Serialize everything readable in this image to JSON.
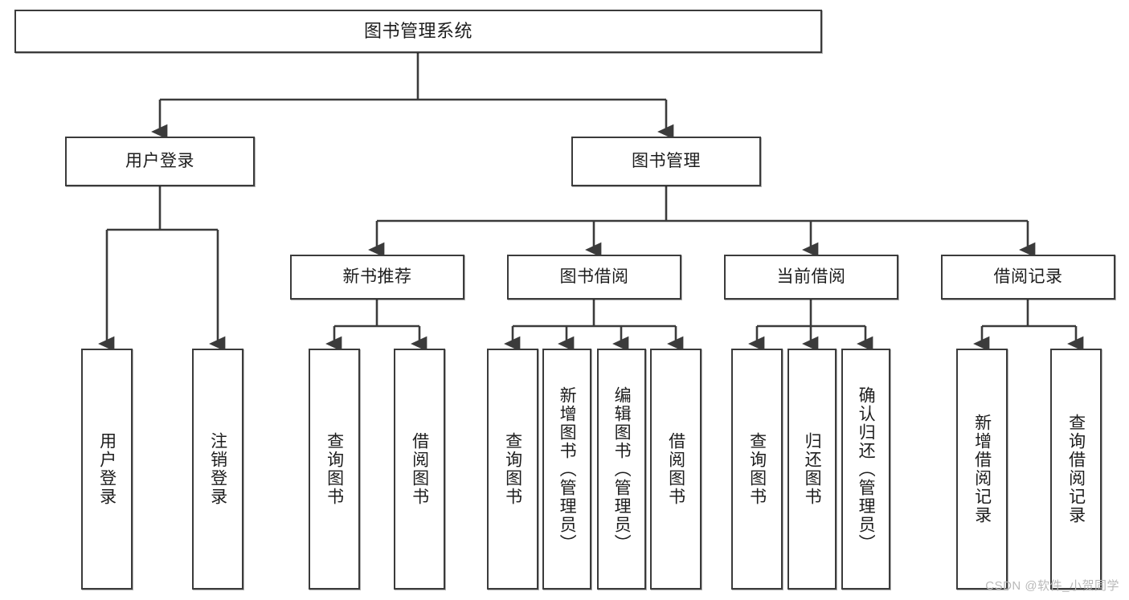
{
  "diagram": {
    "title": "图书管理系统",
    "type": "tree",
    "watermark": "CSDN @软件_小贺同学",
    "colors": {
      "box_border": "#3b3b3b",
      "box_fill": "#ffffff",
      "connector": "#3b3b3b",
      "text": "#1d1d1d",
      "watermark": "#b9b9b9"
    },
    "nodes": {
      "root": {
        "label": "图书管理系统"
      },
      "level2": [
        {
          "id": "user-login",
          "label": "用户登录"
        },
        {
          "id": "book-manage",
          "label": "图书管理"
        }
      ],
      "level3": [
        {
          "id": "new-book-recommend",
          "label": "新书推荐"
        },
        {
          "id": "book-borrow",
          "label": "图书借阅"
        },
        {
          "id": "current-borrow",
          "label": "当前借阅"
        },
        {
          "id": "borrow-record",
          "label": "借阅记录"
        }
      ],
      "leaves": {
        "user-login": [
          {
            "id": "leaf-user-login",
            "label": "用户登录"
          },
          {
            "id": "leaf-logout",
            "label": "注销登录"
          }
        ],
        "new-book-recommend": [
          {
            "id": "leaf-query-book-1",
            "label": "查询图书"
          },
          {
            "id": "leaf-borrow-book-1",
            "label": "借阅图书"
          }
        ],
        "book-borrow": [
          {
            "id": "leaf-query-book-2",
            "label": "查询图书"
          },
          {
            "id": "leaf-add-book",
            "label": "新增图书（管理员）"
          },
          {
            "id": "leaf-edit-book",
            "label": "编辑图书（管理员）"
          },
          {
            "id": "leaf-borrow-book-2",
            "label": "借阅图书"
          }
        ],
        "current-borrow": [
          {
            "id": "leaf-query-book-3",
            "label": "查询图书"
          },
          {
            "id": "leaf-return-book",
            "label": "归还图书"
          },
          {
            "id": "leaf-confirm-return",
            "label": "确认归还（管理员）"
          }
        ],
        "borrow-record": [
          {
            "id": "leaf-add-record",
            "label": "新增借阅记录"
          },
          {
            "id": "leaf-query-record",
            "label": "查询借阅记录"
          }
        ]
      }
    }
  }
}
